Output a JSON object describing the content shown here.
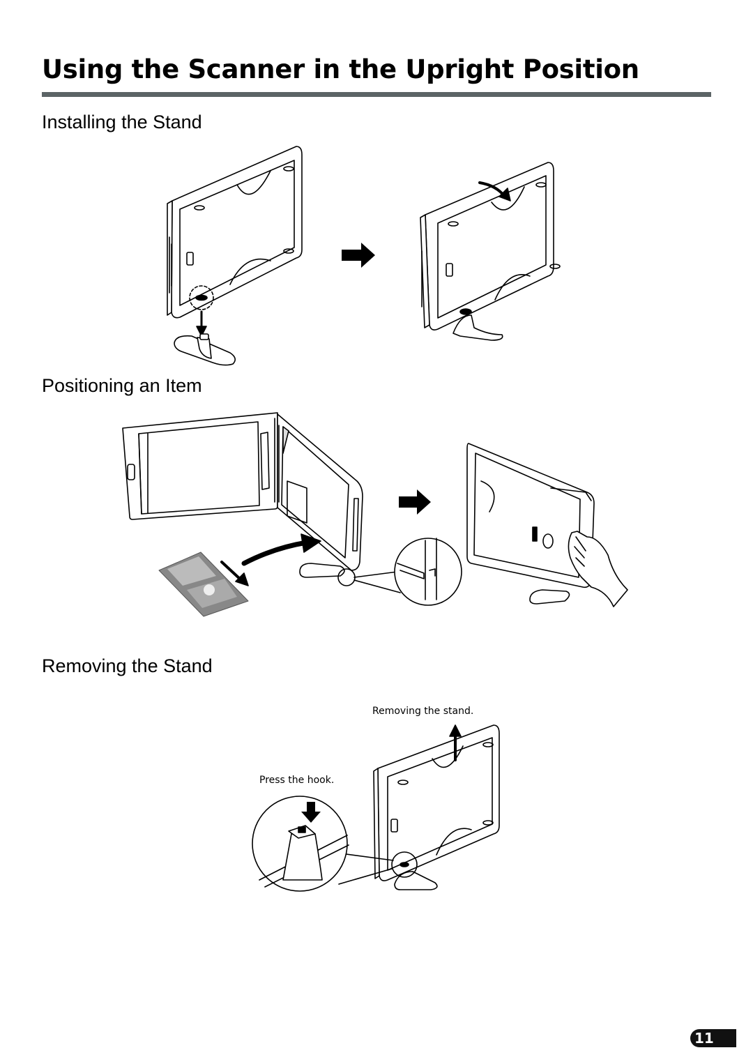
{
  "page": {
    "title": "Using the Scanner in the Upright Position",
    "page_number": "11"
  },
  "sections": {
    "installing": {
      "heading": "Installing the Stand"
    },
    "positioning": {
      "heading": "Positioning an Item"
    },
    "removing": {
      "heading": "Removing the Stand",
      "caption_remove": "Removing the stand.",
      "caption_press": "Press the hook."
    }
  },
  "colors": {
    "rule": "#5c6466",
    "ink": "#000000"
  },
  "icons": [
    "arrow-right-icon",
    "arrow-down-icon",
    "arrow-up-icon"
  ]
}
